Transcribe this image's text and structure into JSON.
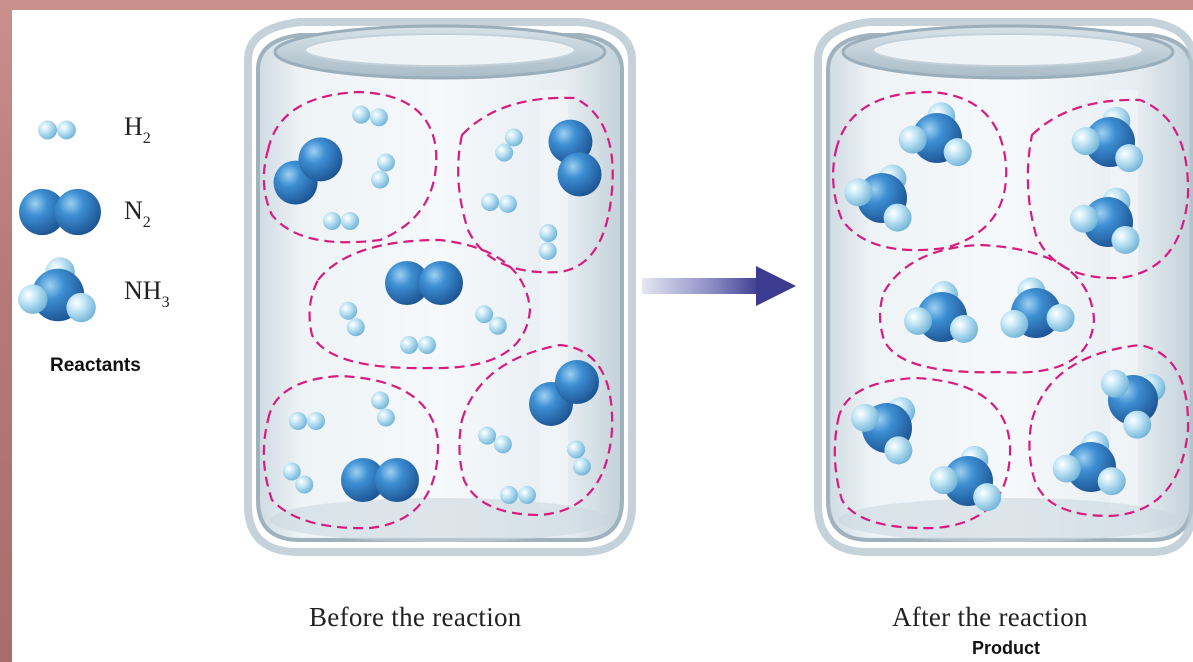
{
  "legend": {
    "h2": {
      "base": "H",
      "sub": "2"
    },
    "n2": {
      "base": "N",
      "sub": "2"
    },
    "nh3": {
      "base": "NH",
      "sub": "3"
    },
    "title": "Reactants"
  },
  "captions": {
    "before": "Before the reaction",
    "after": "After the reaction",
    "product": "Product"
  },
  "colors": {
    "hydrogen": "#a9d8ef",
    "nitrogen": "#2f7fc4",
    "dashed_outline": "#d81b7e",
    "arrow": "#3b3c8f",
    "frame": "#b87a76"
  }
}
